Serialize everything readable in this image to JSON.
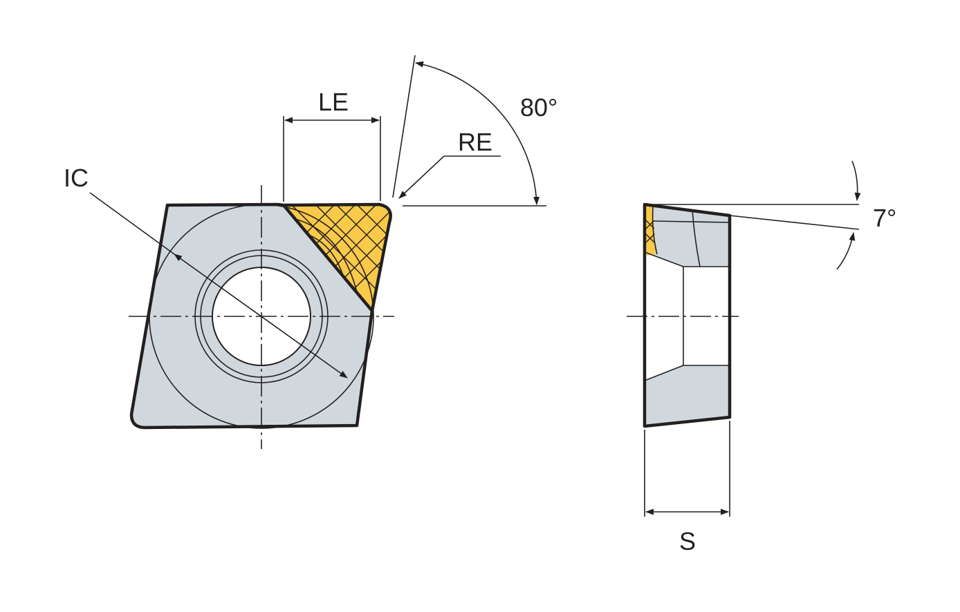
{
  "labels": {
    "le": "LE",
    "re": "RE",
    "angle_80": "80°",
    "ic": "IC",
    "angle_7": "7°",
    "s": "S"
  },
  "colors": {
    "body": "#d0d8de",
    "tip": "#f9c94a",
    "line": "#231f20",
    "background": "#ffffff"
  }
}
